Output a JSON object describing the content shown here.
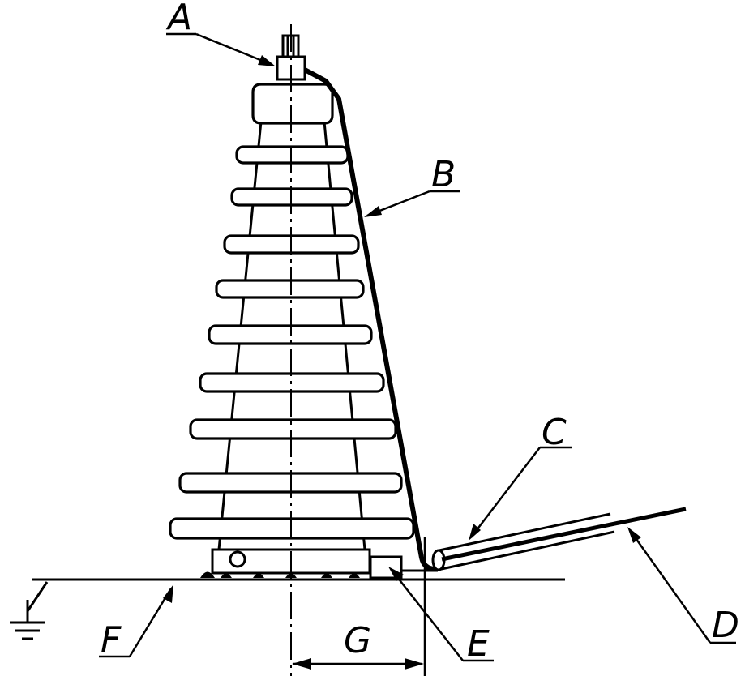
{
  "labels": {
    "a": "A",
    "b": "B",
    "c": "C",
    "d": "D",
    "e": "E",
    "f": "F",
    "g": "G"
  },
  "icons": {
    "ground": "ground-icon"
  },
  "colors": {
    "ink": "#000000",
    "background": "#ffffff"
  }
}
